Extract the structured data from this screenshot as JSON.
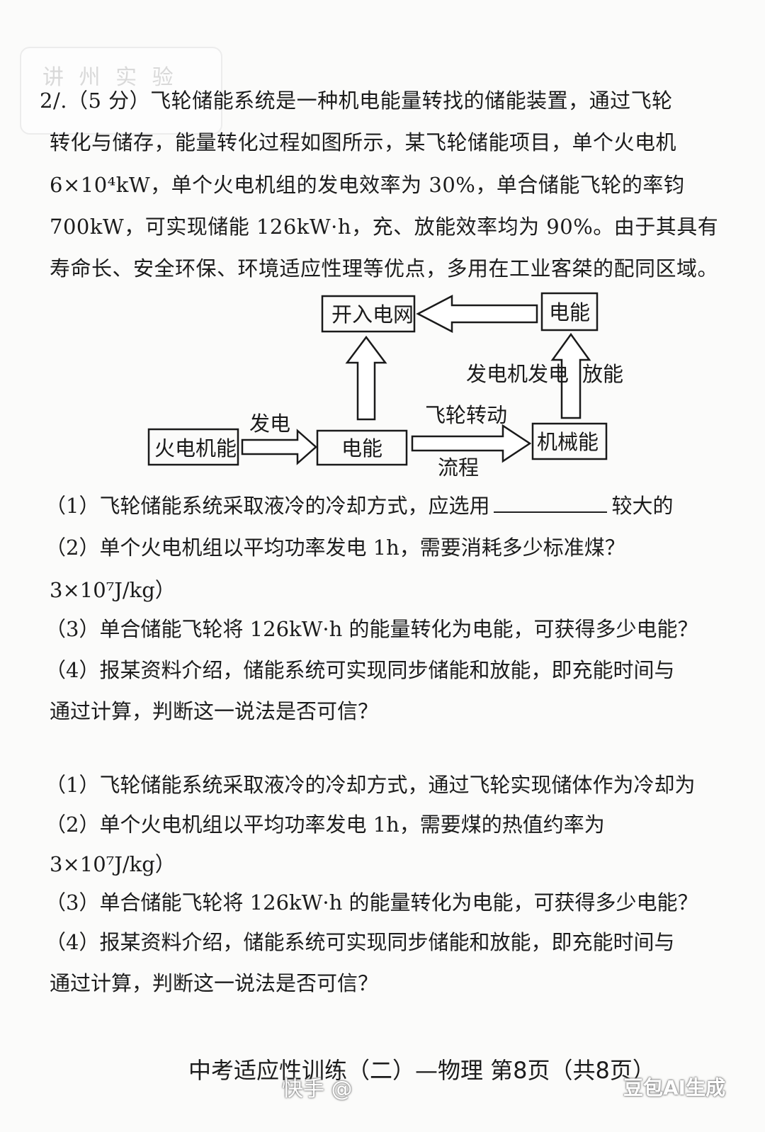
{
  "stamp_text": "讲 州 实 验",
  "intro_lines": [
    "2/.（5 分）飞轮储能系统是一种机电能量转找的储能装置，通过飞轮",
    "转化与储存，能量转化过程如图所示，某飞轮储能项目，单个火电机",
    "6×10⁴kW，单个火电机组的发电效率为 30%，单合储能飞轮的率钧",
    "700kW，可实现储能 126kW·h，充、放能效率均为 90%。由于其具有",
    "寿命长、安全环保、环境适应性理等优点，多用在工业客桀的配同区域。"
  ],
  "diagram": {
    "box_fire": "火电机能",
    "box_elec_mid": "电能",
    "box_mech": "机械能",
    "box_grid": "开入电网",
    "box_elec_top": "电能",
    "label_fadian": "发电",
    "label_flywheel": "飞轮转动",
    "label_liucheng": "流程",
    "label_generator": "发电机发电",
    "label_release": "放能"
  },
  "questions_a": {
    "q1_pre": "（1）飞轮储能系统采取液冷的冷却方式，应选用",
    "q1_post": "较大的",
    "q2": "（2）单个火电机组以平均功率发电 1h，需要消耗多少标准煤？",
    "q2_cont": "3×10⁷J/kg）",
    "q3": "（3）单合储能飞轮将 126kW·h 的能量转化为电能，可获得多少电能？",
    "q4": "（4）报某资料介绍，储能系统可实现同步储能和放能，即充能时间与",
    "q4_cont": "通过计算，判断这一说法是否可信？"
  },
  "questions_b": {
    "q1": "（1）飞轮储能系统采取液冷的冷却方式，通过飞轮实现储体作为冷却为",
    "q2": "（2）单个火电机组以平均功率发电 1h，需要煤的热值约率为",
    "q2_cont": "3×10⁷J/kg）",
    "q3": "（3）单合储能飞轮将 126kW·h 的能量转化为电能，可获得多少电能？",
    "q4": "（4）报某资料介绍，储能系统可实现同步储能和放能，即充能时间与",
    "q4_cont": "通过计算，判断这一说法是否可信？"
  },
  "footer": "中考适应性训练（二）—物理  第8页（共8页）",
  "watermark_left": "快手 @",
  "watermark_right": "豆包AI生成"
}
